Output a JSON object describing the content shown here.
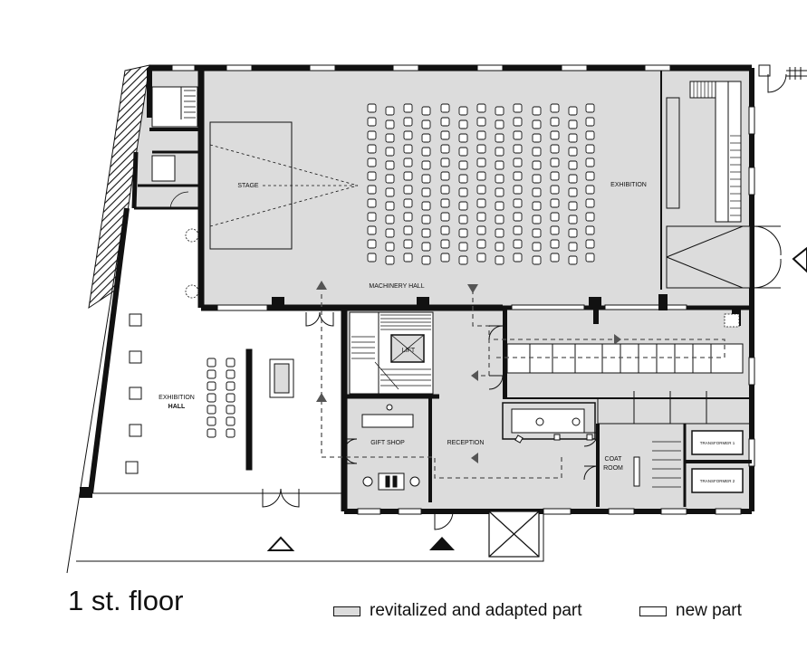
{
  "rooms": {
    "stage": "STAGE",
    "machinery_hall": "MACHINERY HALL",
    "exhibition": "EXHIBITION",
    "exhibition_hall_line1": "EXHIBITION",
    "exhibition_hall_line2": "HALL",
    "lift": "LIFT",
    "gift_shop": "GIFT SHOP",
    "reception": "RECEPTION",
    "coat_room_line1": "COAT",
    "coat_room_line2": "ROOM",
    "transformer_1": "TRANSFORMER 1",
    "transformer_2": "TRANSFORMER 2"
  },
  "floor_title": "1 st. floor",
  "legend": {
    "revitalized": {
      "label": "revitalized and adapted part",
      "color": "#dcdcdc"
    },
    "new": {
      "label": "new part",
      "color": "#ffffff"
    }
  },
  "colors": {
    "wall": "#111111",
    "old_fill": "#dcdcdc",
    "new_fill": "#ffffff"
  }
}
